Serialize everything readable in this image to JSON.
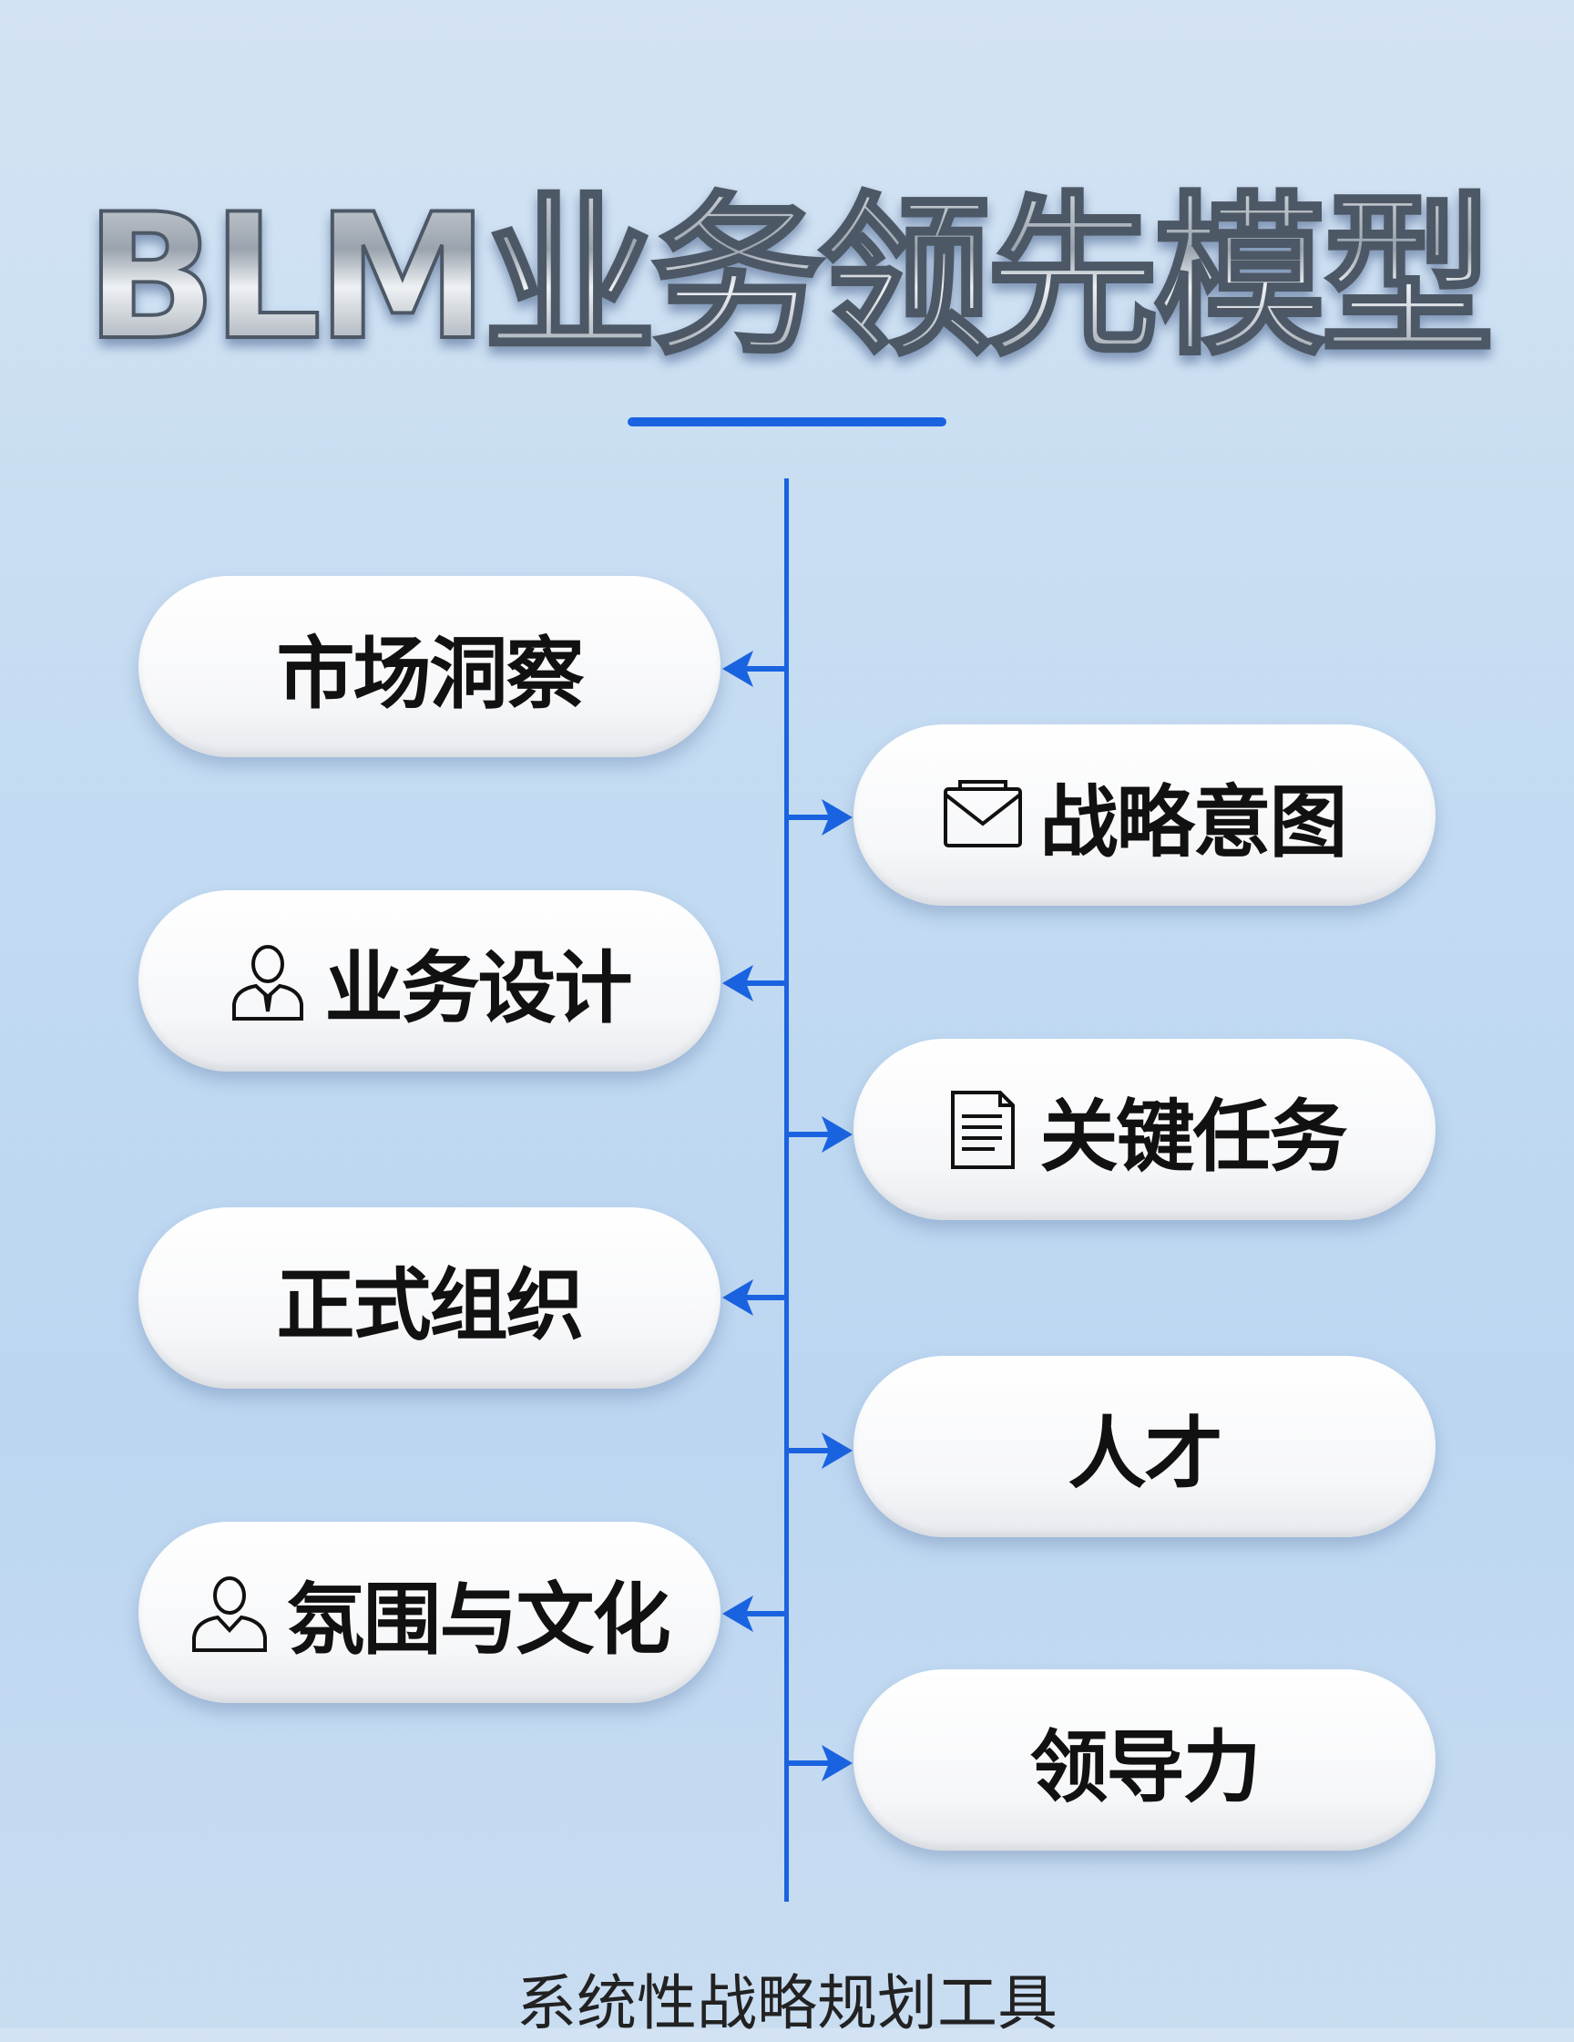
{
  "title": "BLM业务领先模型",
  "accent_color": "#1a63e0",
  "left_items": [
    {
      "label": "市场洞察",
      "icon": null
    },
    {
      "label": "业务设计",
      "icon": "person-tie-icon"
    },
    {
      "label": "正式组织",
      "icon": null
    },
    {
      "label": "氛围与文化",
      "icon": "person-icon"
    }
  ],
  "right_items": [
    {
      "label": "战略意图",
      "icon": "envelope-icon"
    },
    {
      "label": "关键任务",
      "icon": "document-icon"
    },
    {
      "label": "人才",
      "icon": null
    },
    {
      "label": "领导力",
      "icon": null
    }
  ],
  "footer": "系统性战略规划工具"
}
